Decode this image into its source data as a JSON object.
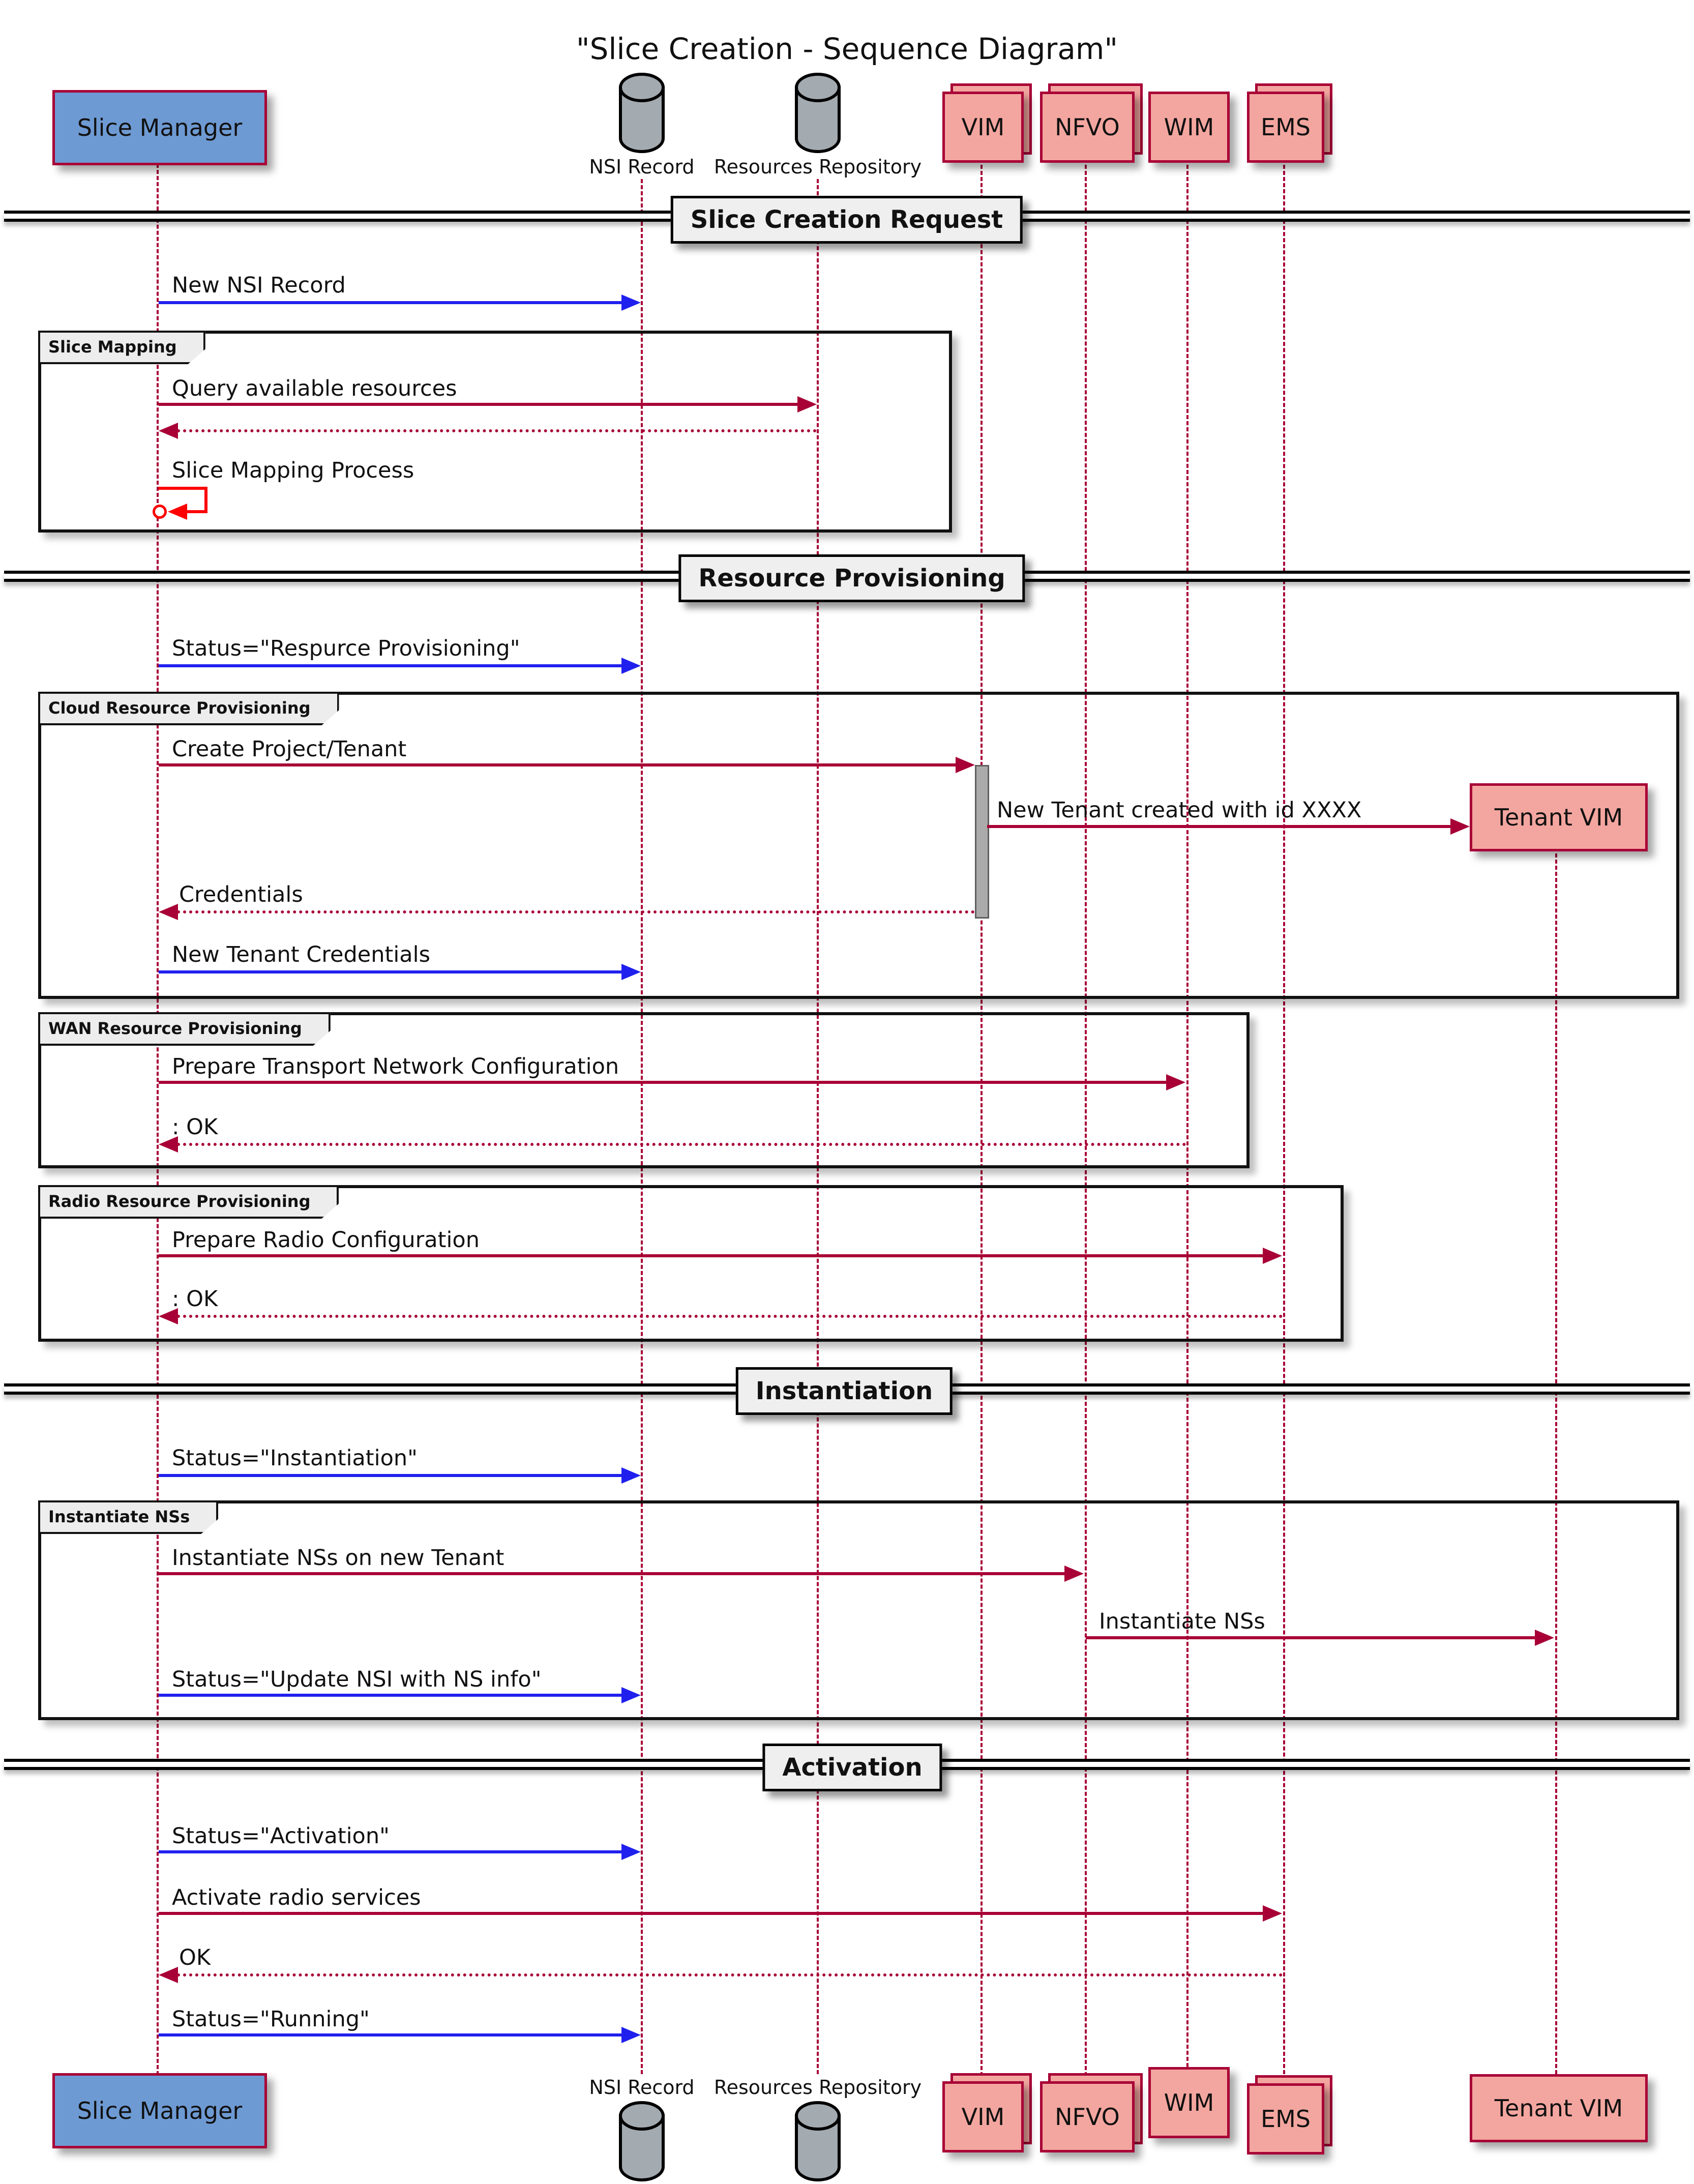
{
  "title": "\"Slice Creation - Sequence Diagram\"",
  "participants": [
    {
      "id": "slice-manager",
      "label": "Slice Manager",
      "kind": "box-blue"
    },
    {
      "id": "nsi-record",
      "label": "NSI Record",
      "kind": "database"
    },
    {
      "id": "resources-repository",
      "label": "Resources Repository",
      "kind": "database"
    },
    {
      "id": "vim",
      "label": "VIM",
      "kind": "collections"
    },
    {
      "id": "nfvo",
      "label": "NFVO",
      "kind": "collections"
    },
    {
      "id": "wim",
      "label": "WIM",
      "kind": "box"
    },
    {
      "id": "ems",
      "label": "EMS",
      "kind": "collections"
    },
    {
      "id": "tenant-vim",
      "label": "Tenant VIM",
      "kind": "box",
      "created_mid_diagram": true
    }
  ],
  "dividers": [
    {
      "label": "Slice Creation Request"
    },
    {
      "label": "Resource Provisioning"
    },
    {
      "label": "Instantiation"
    },
    {
      "label": "Activation"
    }
  ],
  "groups": [
    {
      "label": "Slice Mapping"
    },
    {
      "label": "Cloud Resource Provisioning"
    },
    {
      "label": "WAN Resource Provisioning"
    },
    {
      "label": "Radio Resource Provisioning"
    },
    {
      "label": "Instantiate NSs"
    }
  ],
  "messages": [
    {
      "label": "New NSI Record",
      "from": "slice-manager",
      "to": "nsi-record",
      "style": "solid-blue"
    },
    {
      "label": "Query available resources",
      "from": "slice-manager",
      "to": "resources-repository",
      "style": "solid-crimson"
    },
    {
      "label": "",
      "from": "resources-repository",
      "to": "slice-manager",
      "style": "dotted-crimson"
    },
    {
      "label": "Slice Mapping Process",
      "from": "slice-manager",
      "to": "slice-manager",
      "style": "self-red-circle"
    },
    {
      "label": "Status=\"Respurce Provisioning\"",
      "from": "slice-manager",
      "to": "nsi-record",
      "style": "solid-blue"
    },
    {
      "label": "Create Project/Tenant",
      "from": "slice-manager",
      "to": "vim",
      "style": "solid-crimson"
    },
    {
      "label": "New Tenant created with id XXXX",
      "from": "vim",
      "to": "tenant-vim",
      "style": "solid-crimson"
    },
    {
      "label": "Credentials",
      "from": "vim",
      "to": "slice-manager",
      "style": "dotted-crimson"
    },
    {
      "label": "New Tenant Credentials",
      "from": "slice-manager",
      "to": "nsi-record",
      "style": "solid-blue"
    },
    {
      "label": "Prepare Transport Network Configuration",
      "from": "slice-manager",
      "to": "wim",
      "style": "solid-crimson"
    },
    {
      "label": ": OK",
      "from": "wim",
      "to": "slice-manager",
      "style": "dotted-crimson"
    },
    {
      "label": "Prepare Radio Configuration",
      "from": "slice-manager",
      "to": "ems",
      "style": "solid-crimson"
    },
    {
      "label": ": OK",
      "from": "ems",
      "to": "slice-manager",
      "style": "dotted-crimson"
    },
    {
      "label": "Status=\"Instantiation\"",
      "from": "slice-manager",
      "to": "nsi-record",
      "style": "solid-blue"
    },
    {
      "label": "Instantiate NSs on new Tenant",
      "from": "slice-manager",
      "to": "nfvo",
      "style": "solid-crimson"
    },
    {
      "label": "Instantiate NSs",
      "from": "nfvo",
      "to": "tenant-vim",
      "style": "solid-crimson"
    },
    {
      "label": "Status=\"Update NSI with NS info\"",
      "from": "slice-manager",
      "to": "nsi-record",
      "style": "solid-blue"
    },
    {
      "label": "Status=\"Activation\"",
      "from": "slice-manager",
      "to": "nsi-record",
      "style": "solid-blue"
    },
    {
      "label": "Activate radio services",
      "from": "slice-manager",
      "to": "ems",
      "style": "solid-crimson"
    },
    {
      "label": "OK",
      "from": "ems",
      "to": "slice-manager",
      "style": "dotted-crimson"
    },
    {
      "label": "Status=\"Running\"",
      "from": "slice-manager",
      "to": "nsi-record",
      "style": "solid-blue"
    }
  ],
  "colors": {
    "crimson": "#A80036",
    "blue": "#2020EE",
    "red": "#FF0000",
    "pink_fill": "#F3A69F",
    "blue_fill": "#6E9AD3",
    "gray_db": "#A3AAB0",
    "divider_bg": "#EFEFEF"
  }
}
